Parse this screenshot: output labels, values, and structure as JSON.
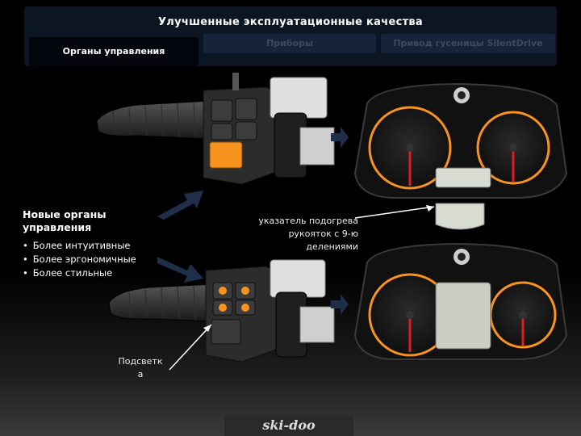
{
  "header": {
    "title": "Улучшенные эксплуатационные качества",
    "tabs": [
      {
        "label": "Органы управления",
        "active": true
      },
      {
        "label": "Приборы",
        "active": false
      },
      {
        "label": "Привод гусеницы SilentDrive",
        "active": false
      }
    ]
  },
  "left_panel": {
    "heading_line1": "Новые органы",
    "heading_line2": "управления",
    "bullets": [
      "Более интуитивные",
      "Более эргономичные",
      "Более стильные"
    ]
  },
  "annotations": {
    "heater_line1": "указатель подогрева",
    "heater_line2": "рукояток с 9-ю",
    "heater_line3": "делениями",
    "backlight_line1": "Подсветк",
    "backlight_line2": "а"
  },
  "logo": {
    "text": "ski-doo"
  },
  "colors": {
    "accent": "#f7931e",
    "header_bg": "#0b1622",
    "needle": "#e11b1b"
  },
  "icons": [
    "handlebar-switch-icon",
    "gauge-cluster-icon",
    "arrow-icon"
  ]
}
